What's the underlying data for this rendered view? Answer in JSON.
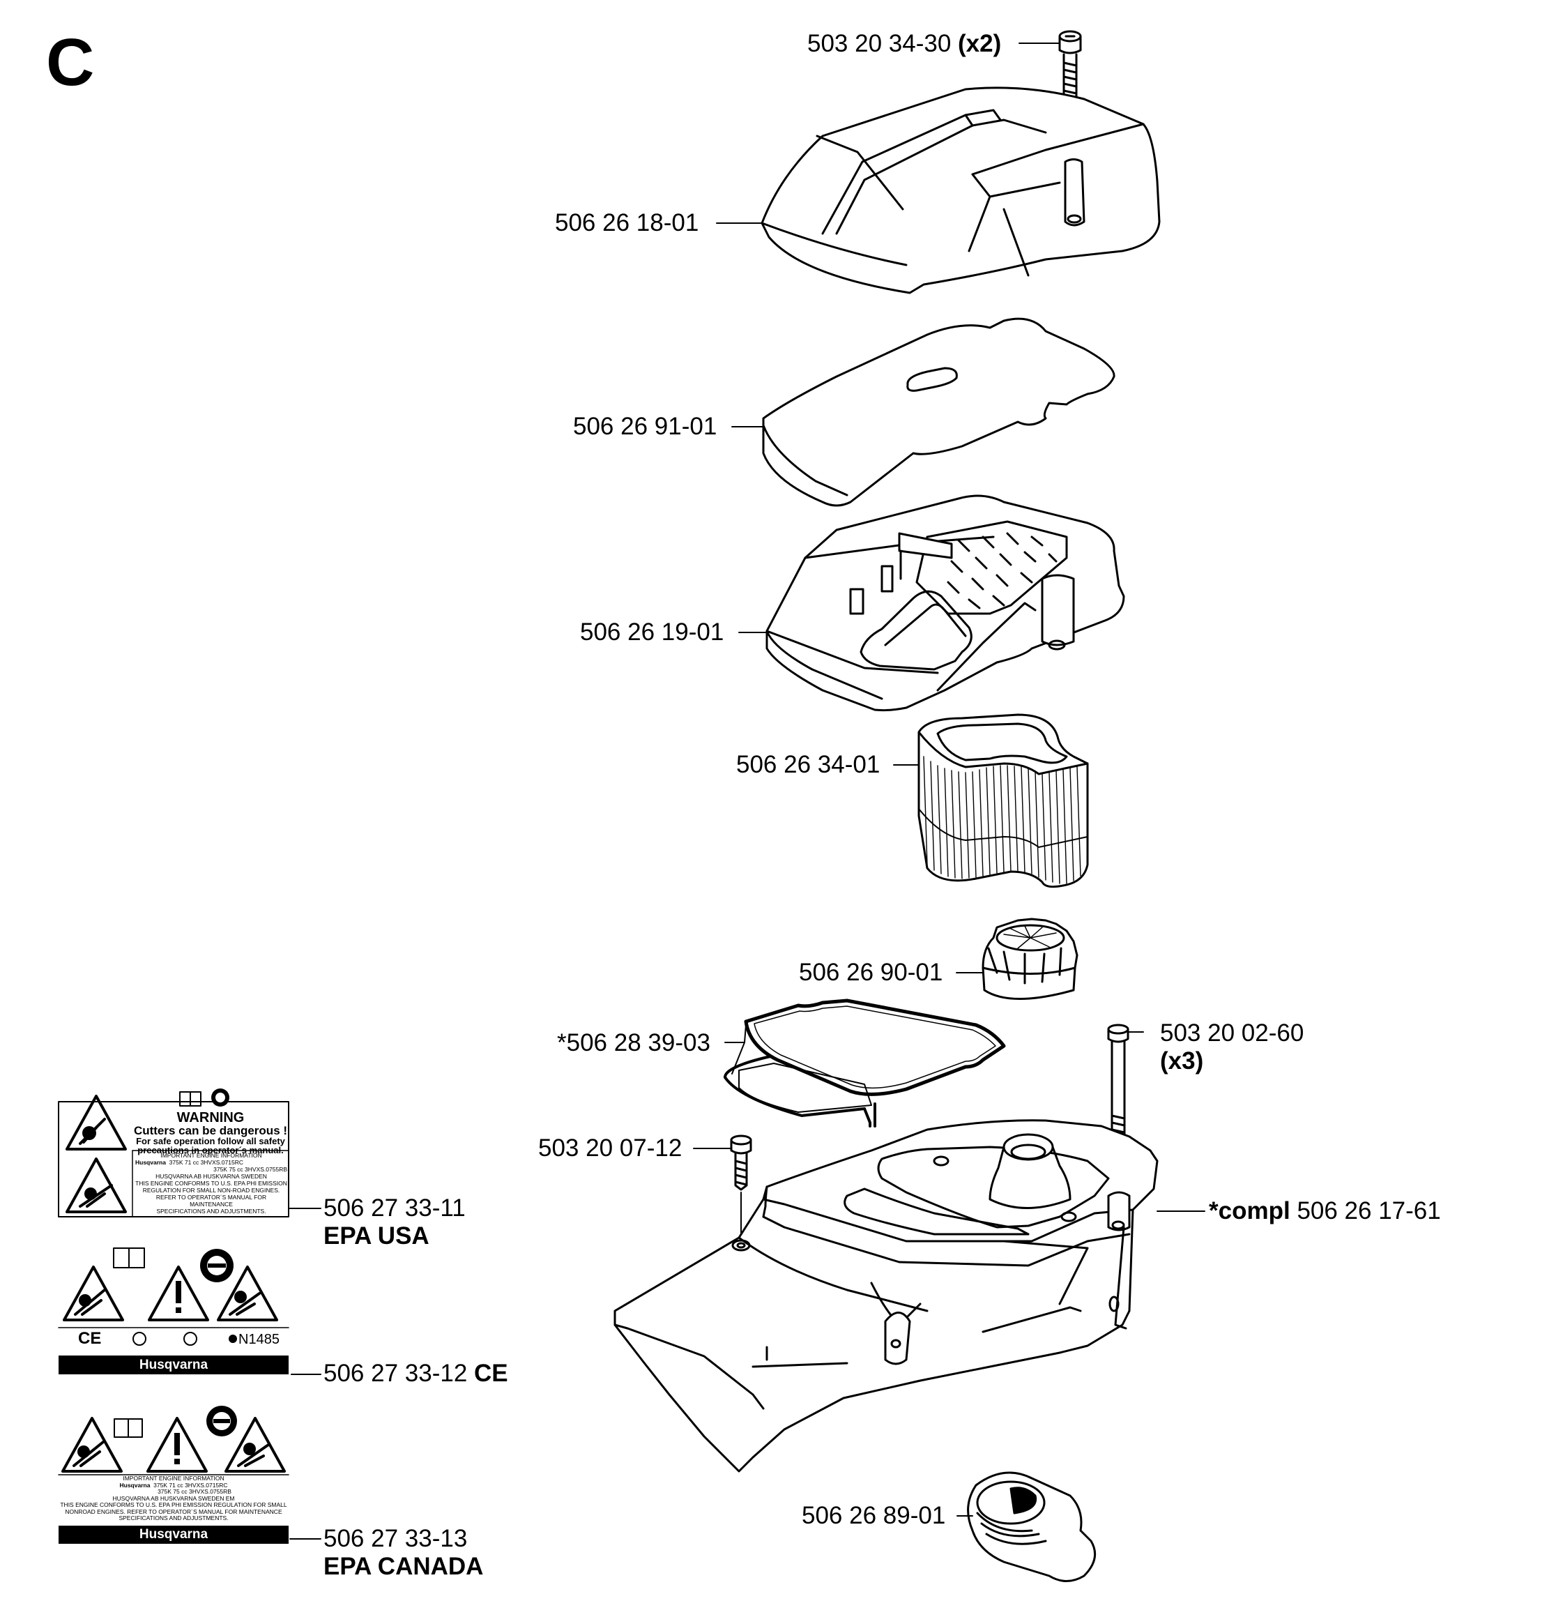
{
  "section_letter": "C",
  "parts": {
    "screw_top": {
      "number": "503 20 34-30",
      "qty": "(x2)"
    },
    "cover": {
      "number": "506 26 18-01"
    },
    "foam": {
      "number": "506 26 91-01"
    },
    "holder": {
      "number": "506 26 19-01"
    },
    "filter": {
      "number": "506 26 34-01"
    },
    "knob": {
      "number": "506 26 90-01"
    },
    "gasket": {
      "number": "*506 28 39-03"
    },
    "screw_long": {
      "number": "503 20 02-60",
      "qty": "(x3)"
    },
    "screw_small": {
      "number": "503 20 07-12"
    },
    "base": {
      "prefix": "*compl",
      "number": "506 26 17-61"
    },
    "grommet": {
      "number": "506 26 89-01"
    }
  },
  "decals": {
    "epa_usa": {
      "number": "506 27 33-11",
      "name": "EPA USA",
      "warning_title": "WARNING",
      "line1": "Cutters can be dangerous !",
      "line2": "For safe operation follow all safety",
      "line3": "precautions in operator´s manual.",
      "info_title": "IMPORTANT ENGINE INFORMATION",
      "brand": "Husqvarna",
      "model_line1": "375K 71 cc 3HVXS.0715RC",
      "model_line2": "375K 75 cc 3HVXS.0755RB",
      "address": "HUSQVARNA AB HUSKVARNA SWEDEN",
      "text1": "THIS ENGINE CONFORMS TO U.S. EPA PHI EMISSION",
      "text2": "REGULATION FOR SMALL NON-ROAD ENGINES.",
      "text3": "REFER TO OPERATOR´S MANUAL FOR MAINTENANCE",
      "text4": "SPECIFICATIONS AND ADJUSTMENTS."
    },
    "ce": {
      "number": "506 27 33-12",
      "suffix": "CE",
      "mark_ce": "CE",
      "mark_n": "N1485",
      "brand": "Husqvarna"
    },
    "epa_canada": {
      "number": "506 27 33-13",
      "name": "EPA CANADA",
      "info_title": "IMPORTANT ENGINE INFORMATION",
      "brand": "Husqvarna",
      "model_line1": "375K 71 cc 3HVXS.0715RC",
      "model_line2": "375K 75 cc 3HVXS.0755RB",
      "address": "HUSQVARNA AB HUSKVARNA SWEDEN EM",
      "text1": "THIS ENGINE CONFORMS TO U.S. EPA PHI EMISSION REGULATION FOR SMALL",
      "text2": "NONROAD ENGINES. REFER TO OPERATOR´S MANUAL FOR MAINTENANCE",
      "text3": "SPECIFICATIONS AND ADJUSTMENTS.",
      "footer_brand": "Husqvarna"
    }
  }
}
